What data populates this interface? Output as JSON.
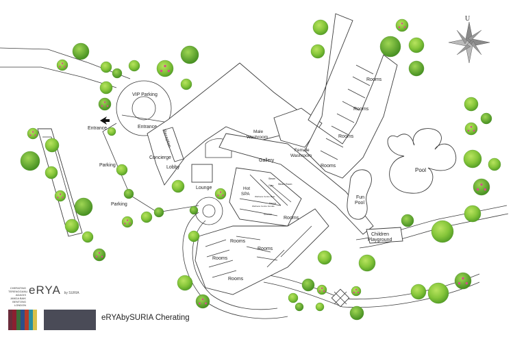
{
  "map": {
    "compass_letter": "U",
    "labels": {
      "vip_parking": "VIP Parking",
      "entrance_arrow": "Entrance",
      "entrance": "Entrance",
      "reception": "Reception",
      "concierge": "Concierge",
      "lobby": "Lobby",
      "parking_1": "Parking",
      "parking_2": "Parking",
      "lounge": "Lounge",
      "male_washroom": "Male\nWashroom",
      "male_washroom_l1": "Male",
      "male_washroom_l2": "Washroom",
      "female_washroom_l1": "Female",
      "female_washroom_l2": "Washroom",
      "gallery": "Gallery",
      "hot_spa_l1": "Hot",
      "hot_spa_l2": "SPA",
      "fun_pool_l1": "Fun",
      "fun_pool_l2": "Pool",
      "pool": "Pool",
      "children_playground_l1": "Children",
      "children_playground_l2": "Playground",
      "rooms": [
        "Rooms",
        "Rooms",
        "Rooms",
        "Rooms",
        "Rooms",
        "Rooms",
        "Rooms",
        "Rooms"
      ],
      "spa_small": [
        "Steam",
        "Gym",
        "Steam Room",
        "Wellness Centre Male",
        "Sauna",
        "Wellness Centre Female",
        "Shower"
      ]
    },
    "brand": {
      "small_text": [
        "CHERATING",
        "TERENGGANU",
        "ADAGIS",
        "JANDA BAIK",
        "BENTONG",
        "LONDON"
      ],
      "logo": "eRYA",
      "logo_sub": "by SURIA",
      "caption": "eRYAbySURIA Cherating",
      "stripe_colors": [
        "#6b2b3a",
        "#8a2030",
        "#3a6f3a",
        "#2c4f8a",
        "#b43c2a",
        "#2a8fa0",
        "#d8c04a"
      ]
    },
    "colors": {
      "tree_light": "#8fcf3e",
      "tree_dark": "#5fa82a",
      "flower": "#d94a8c",
      "bar": "#4a4b57"
    }
  }
}
